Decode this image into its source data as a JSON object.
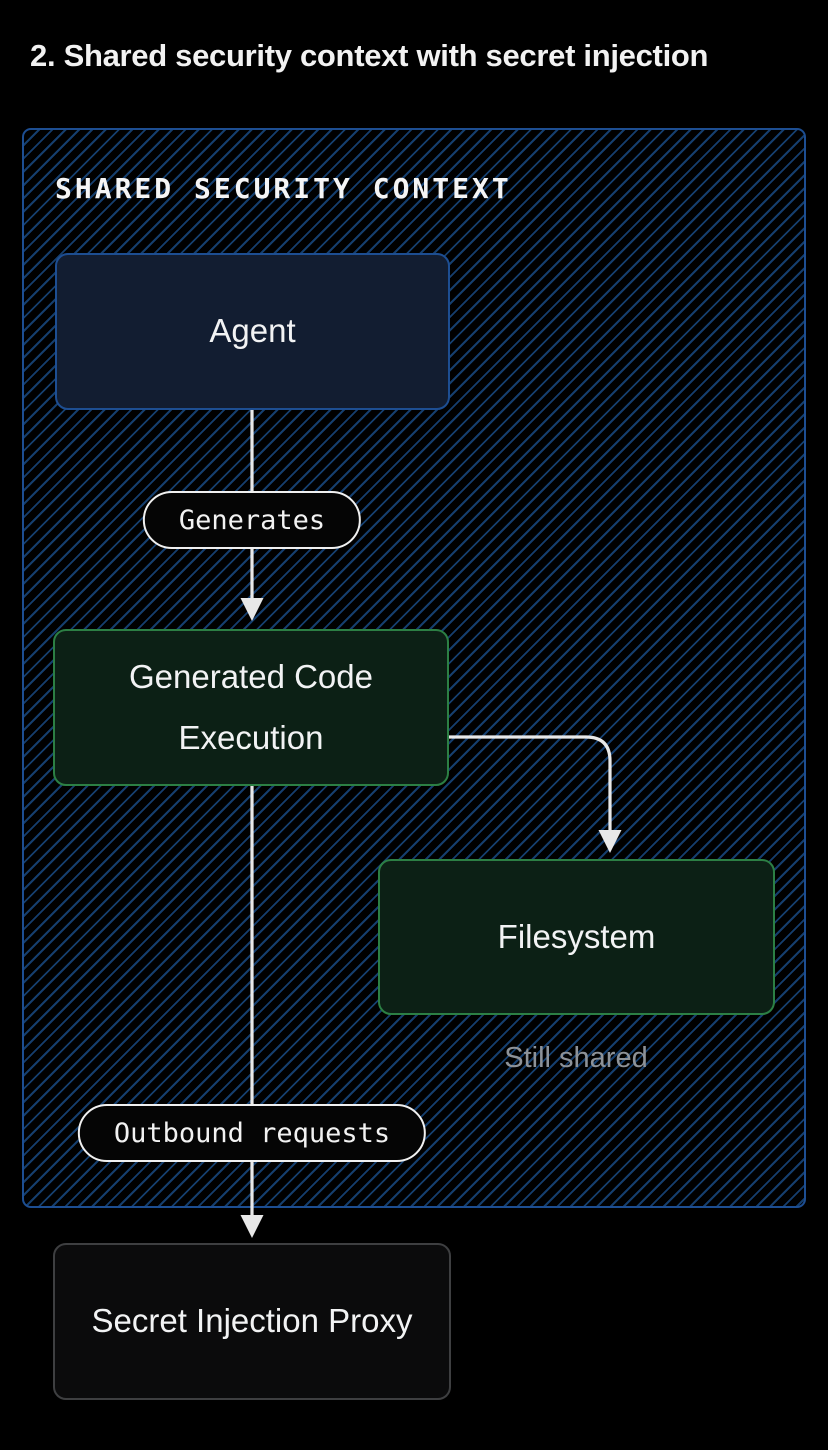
{
  "page": {
    "title": "2. Shared security context with secret injection",
    "background_color": "#000000"
  },
  "zone": {
    "label": "SHARED SECURITY CONTEXT",
    "border_color": "#1d4e92",
    "hatch_line_color": "#153e6d"
  },
  "nodes": {
    "agent": {
      "label": "Agent",
      "fill": "#121d31",
      "border_color": "#1d4e92"
    },
    "execution": {
      "label": "Generated Code Execution",
      "fill": "#0c2015",
      "border_color": "#2c7f44"
    },
    "filesystem": {
      "label": "Filesystem",
      "fill": "#0c2015",
      "border_color": "#2c7f44"
    },
    "proxy": {
      "label": "Secret Injection Proxy",
      "fill": "#0b0b0c",
      "border_color": "#3e3f41"
    }
  },
  "edges": {
    "agent_to_execution": {
      "label": "Generates"
    },
    "execution_to_filesystem": {
      "label": ""
    },
    "execution_to_proxy": {
      "label": "Outbound requests"
    }
  },
  "captions": {
    "still_shared": {
      "text": "Still shared",
      "color": "#8d9298"
    }
  },
  "style": {
    "arrow_color": "#e8e8e8",
    "pill_border_color": "#f0f0f0",
    "pill_fill": "#050505",
    "text_color": "#f2f3f4"
  }
}
